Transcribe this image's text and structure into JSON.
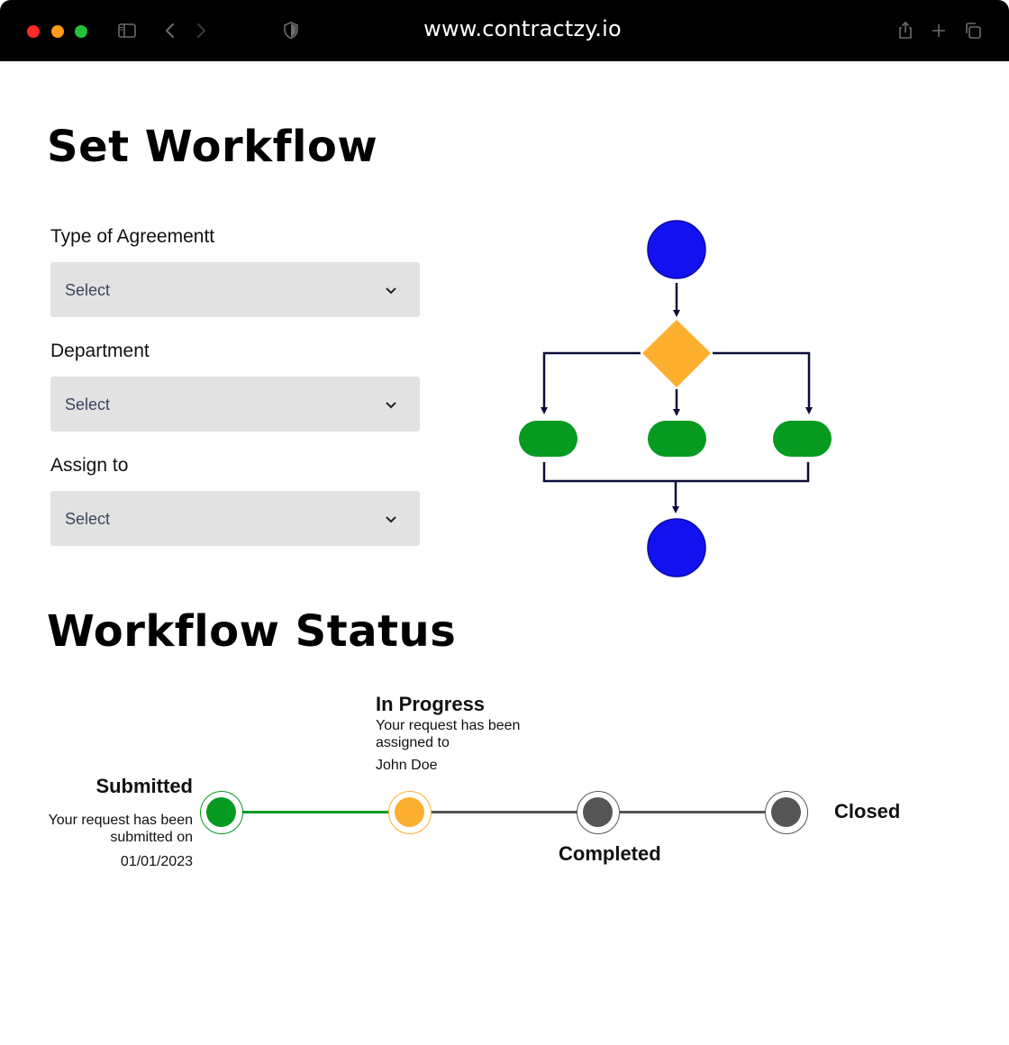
{
  "browser": {
    "url": "www.contractzy.io",
    "icons": [
      "sidebar-icon",
      "back-icon",
      "forward-icon",
      "shield-icon",
      "share-icon",
      "new-tab-icon",
      "tabs-icon"
    ]
  },
  "set_workflow": {
    "title": "Set Workflow",
    "fields": [
      {
        "label": "Type of Agreementt",
        "value": "Select"
      },
      {
        "label": "Department",
        "value": "Select"
      },
      {
        "label": "Assign to",
        "value": "Select"
      }
    ]
  },
  "flowchart": {
    "colors": {
      "start_end": "#1212f0",
      "decision": "#fdaf30",
      "process": "#079a21",
      "connector": "#0c0c3a"
    }
  },
  "workflow_status": {
    "title": "Workflow Status",
    "steps": [
      {
        "title": "Submitted",
        "desc_line1": "Your request has been",
        "desc_line2": "submitted on",
        "detail": "01/01/2023",
        "color": "#079a21"
      },
      {
        "title": "In Progress",
        "desc_line1": "Your request has been",
        "desc_line2": "assigned to",
        "detail": "John Doe",
        "color": "#fdaf30"
      },
      {
        "title": "Completed",
        "color": "#555555"
      },
      {
        "title": "Closed",
        "color": "#555555"
      }
    ],
    "line_colors": {
      "done": "#079a21",
      "pending": "#555555"
    }
  }
}
